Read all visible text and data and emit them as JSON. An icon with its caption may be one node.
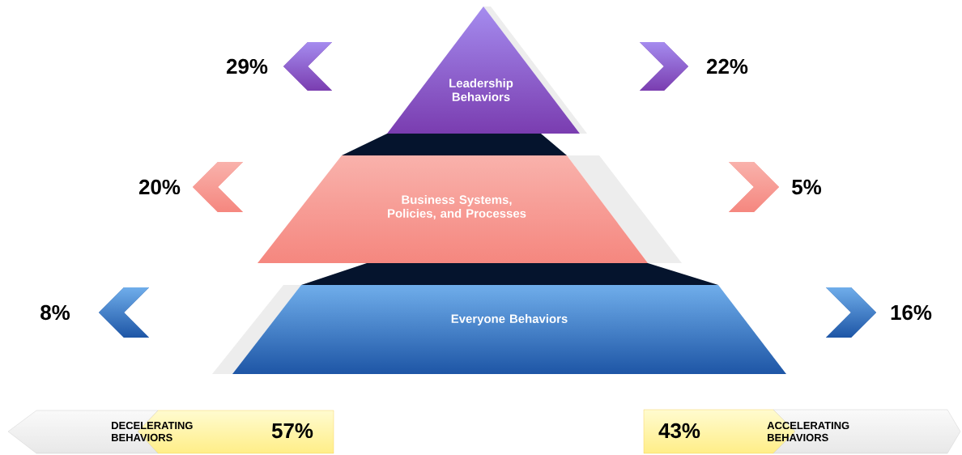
{
  "diagram": {
    "nodes": [
      {
        "text": [
          "Leadership Behaviors"
        ]
      },
      {
        "text": [
          "Business Systems, Policies, and Processes"
        ]
      },
      {
        "text": [
          "Everyone Behaviors"
        ]
      },
      {
        "text": [],
        "shape": "chevron",
        "beside": [
          "29%"
        ]
      },
      {
        "text": [],
        "shape": "chevron",
        "beside": [
          "22%"
        ]
      },
      {
        "text": [],
        "shape": "chevron",
        "beside": [
          "20%"
        ]
      },
      {
        "text": [],
        "shape": "chevron",
        "beside": [
          "5%"
        ]
      },
      {
        "text": [],
        "shape": "chevron",
        "beside": [
          "8%"
        ]
      },
      {
        "text": [],
        "shape": "chevron",
        "beside": [
          "16%"
        ]
      },
      {
        "text": [
          "DECELERATING BEHAVIORS"
        ]
      },
      {
        "text": [
          "57%"
        ]
      },
      {
        "text": [
          "43%"
        ]
      },
      {
        "text": [
          "ACCELERATING BEHAVIORS"
        ]
      }
    ]
  }
}
